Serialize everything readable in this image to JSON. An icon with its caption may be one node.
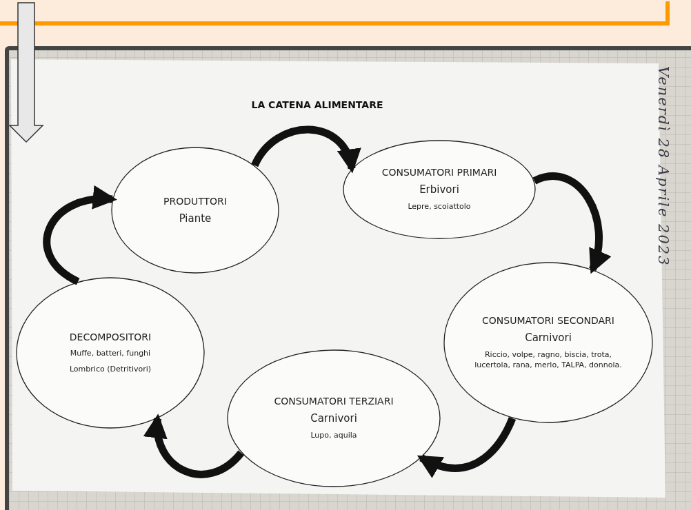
{
  "diagram": {
    "title": "LA CATENA ALIMENTARE",
    "nodes": [
      {
        "text": [
          "PRODUTTORI",
          "Piante"
        ]
      },
      {
        "text": [
          "CONSUMATORI PRIMARI",
          "Erbivori",
          "Lepre, scoiattolo"
        ]
      },
      {
        "text": [
          "CONSUMATORI SECONDARI",
          "Carnivori",
          "Riccio, volpe, ragno, biscia, trota, lucertola, rana, merlo, TALPA, donnola."
        ]
      },
      {
        "text": [
          "CONSUMATORI TERZIARI",
          "Carnivori",
          "Lupo, aquila"
        ]
      },
      {
        "text": [
          "DECOMPOSITORI",
          "Muffe, batteri, funghi",
          "Lombrico (Detritivori)"
        ]
      }
    ],
    "edges": [
      {
        "from": 0,
        "to": 1,
        "arrow": "to"
      },
      {
        "from": 1,
        "to": 2,
        "arrow": "to"
      },
      {
        "from": 2,
        "to": 3,
        "arrow": "to"
      },
      {
        "from": 3,
        "to": 4,
        "arrow": "to"
      },
      {
        "from": 4,
        "to": 0,
        "arrow": "to"
      }
    ],
    "labels": [
      "Venerdì 28 Aprile 2023"
    ]
  }
}
